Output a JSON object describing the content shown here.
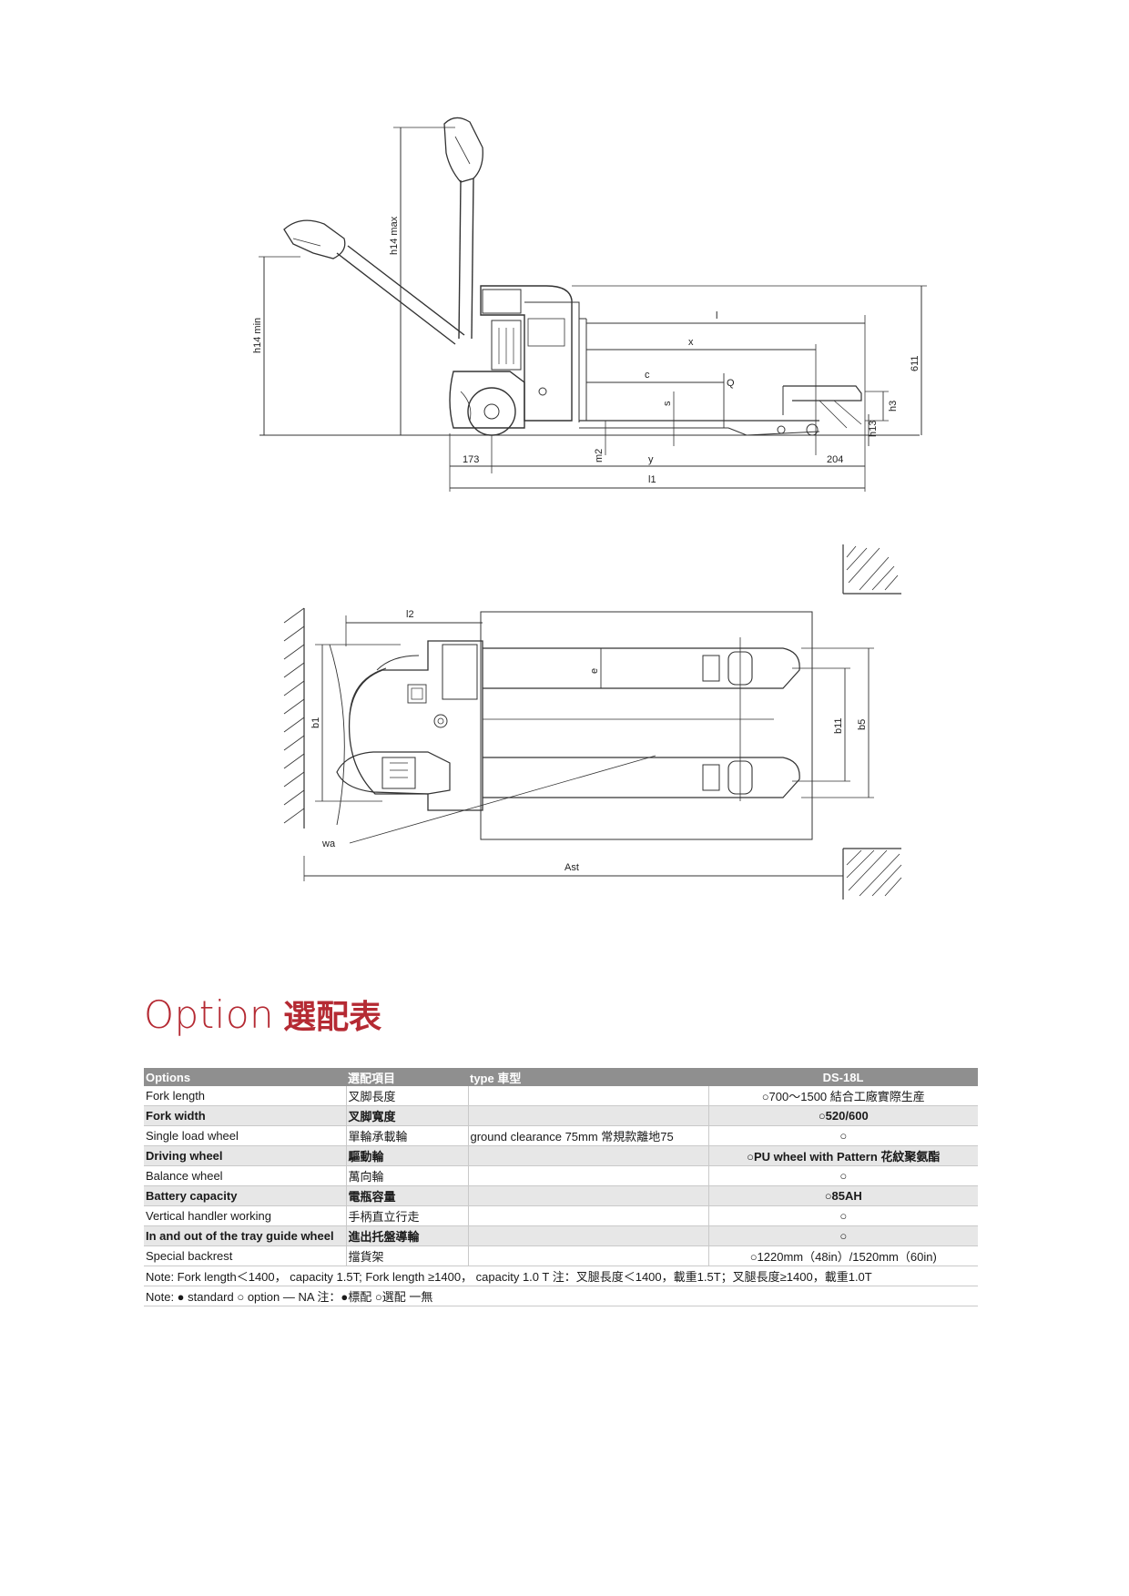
{
  "side_view_labels": {
    "h14_max": "h14 max",
    "h14_min": "h14 min",
    "l": "l",
    "x": "x",
    "c": "c",
    "q": "Q",
    "s": "s",
    "h3": "h3",
    "h13": "h13",
    "dim_611": "611",
    "dim_173": "173",
    "m2": "m2",
    "y": "y",
    "dim_204": "204",
    "l1": "l1"
  },
  "top_view_labels": {
    "l2": "l2",
    "e": "e",
    "b1": "b1",
    "b11": "b11",
    "b5": "b5",
    "wa": "wa",
    "ast": "Ast"
  },
  "heading": {
    "en": "Option",
    "zh": "選配表"
  },
  "table": {
    "headers": [
      "Options",
      "選配項目",
      "type 車型",
      "DS-18L"
    ],
    "rows": [
      {
        "option": "Fork length",
        "item": "叉脚長度",
        "type": "",
        "value": "○700～1500 結合工廠實際生産"
      },
      {
        "option": "Fork width",
        "item": "叉脚寬度",
        "type": "",
        "value": "○520/600"
      },
      {
        "option": "Single load wheel",
        "item": "單輪承載輪",
        "type": "ground clearance 75mm 常規款離地75",
        "value": "○"
      },
      {
        "option": "Driving wheel",
        "item": "驅動輪",
        "type": "",
        "value": "○PU wheel with Pattern 花紋聚氨酯"
      },
      {
        "option": "Balance wheel",
        "item": "萬向輪",
        "type": "",
        "value": "○"
      },
      {
        "option": "Battery capacity",
        "item": "電瓶容量",
        "type": "",
        "value": "○85AH"
      },
      {
        "option": "Vertical handler working",
        "item": "手柄直立行走",
        "type": "",
        "value": "○"
      },
      {
        "option": "In and out of the tray guide wheel",
        "item": "進出托盤導輪",
        "type": "",
        "value": "○"
      },
      {
        "option": "Special backrest",
        "item": "擋貨架",
        "type": "",
        "value": "○1220mm（48in）/1520mm（60in)"
      }
    ],
    "note1": "Note:  Fork length＜1400，  capacity 1.5T;  Fork length ≥1400，  capacity 1.0 T   注：叉腿長度＜1400，載重1.5T；叉腿長度≥1400，載重1.0T",
    "note2": "Note:    ● standard    ○ option    — NA 注：●標配     ○選配      一無"
  }
}
